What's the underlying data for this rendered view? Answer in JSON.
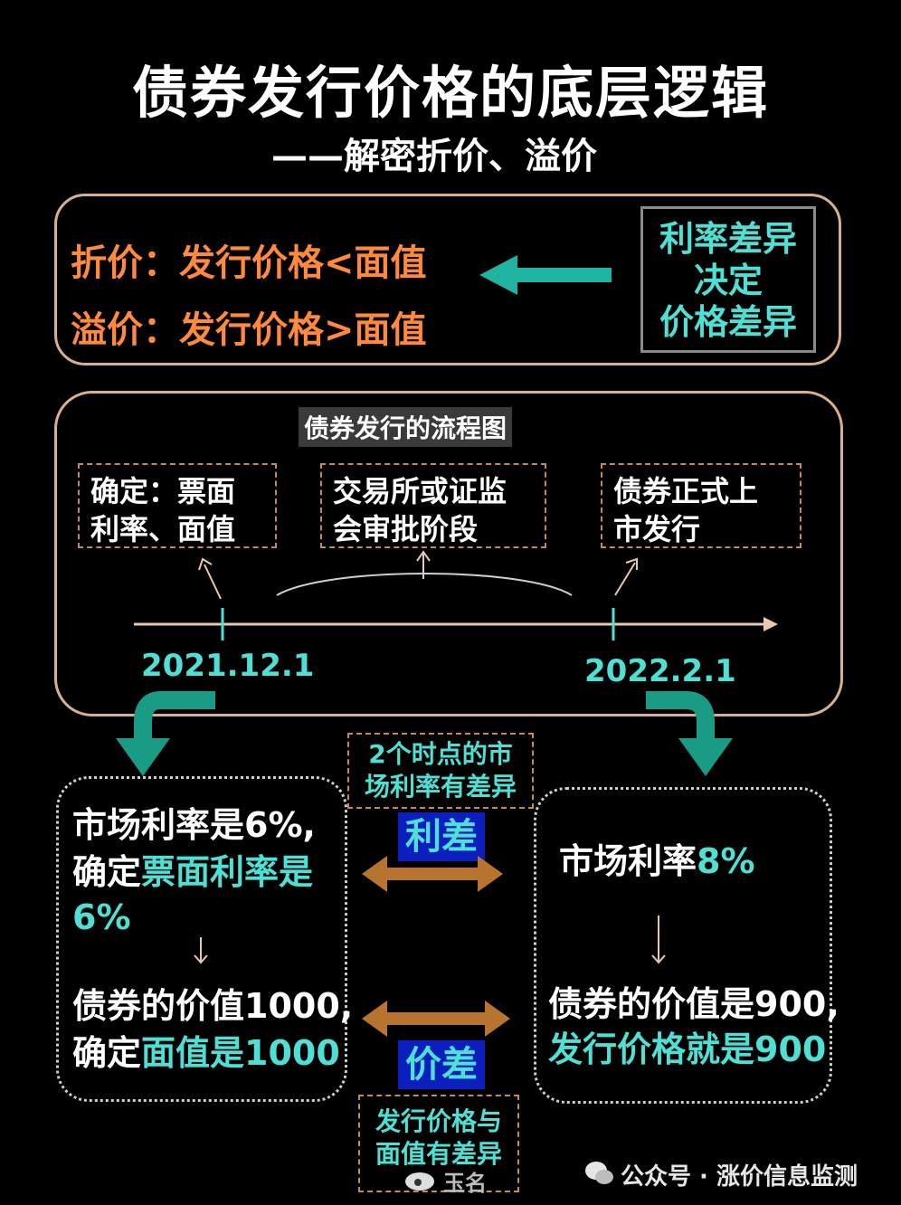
{
  "title": "债券发行价格的底层逻辑",
  "subtitle": "——解密折价、溢价",
  "definitions": {
    "discount": "折价：发行价格<面值",
    "premium": "溢价：发行价格>面值",
    "cause_lines": [
      "利率差异",
      "决定",
      "价格差异"
    ]
  },
  "flow": {
    "label": "债券发行的流程图",
    "steps": [
      {
        "lines": [
          "确定：票面",
          "利率、面值"
        ]
      },
      {
        "lines": [
          "交易所或证监",
          "会审批阶段"
        ]
      },
      {
        "lines": [
          "债券正式上",
          "市发行"
        ]
      }
    ],
    "dates": [
      "2021.12.1",
      "2022.2.1"
    ]
  },
  "left_panel": {
    "line1": "市场利率是6%,",
    "line2_prefix": "确定",
    "line2_hl": "票面利率是",
    "line3_hl": "6%",
    "line4": "债券的价值1000,",
    "line5_prefix": "确定",
    "line5_hl": "面值是1000"
  },
  "right_panel": {
    "line1_prefix": "市场利率",
    "line1_hl": "8%",
    "line2": "债券的价值是900,",
    "line3_hl": "发行价格就是900"
  },
  "middle": {
    "note_top_lines": [
      "2个时点的市",
      "场利率有差异"
    ],
    "badge_rate": "利差",
    "badge_price": "价差",
    "note_bottom_lines": [
      "发行价格与",
      "面值有差异"
    ]
  },
  "footer": {
    "watermark_left": "玉名",
    "watermark_right": "公众号 · 涨价信息监测"
  },
  "colors": {
    "orange": "#ff8a3d",
    "teal": "#4ee0d4",
    "arrow_brown": "#b8742e",
    "arrow_teal": "#1a9b86",
    "badge_bg": "#0b1fbf"
  }
}
